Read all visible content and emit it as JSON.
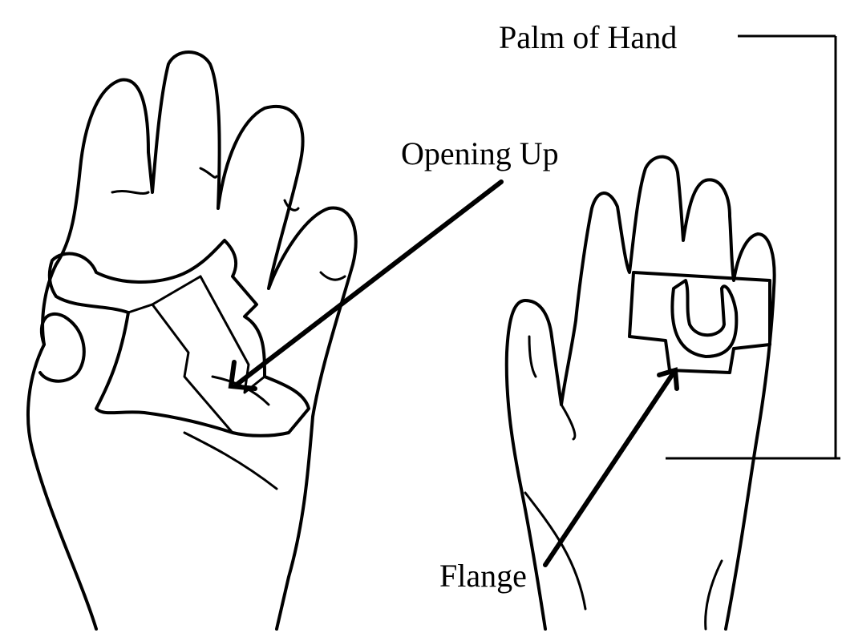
{
  "labels": {
    "palm": "Palm of Hand",
    "opening": "Opening Up",
    "flange": "Flange"
  },
  "colors": {
    "ink": "#000000",
    "background": "#ffffff"
  }
}
